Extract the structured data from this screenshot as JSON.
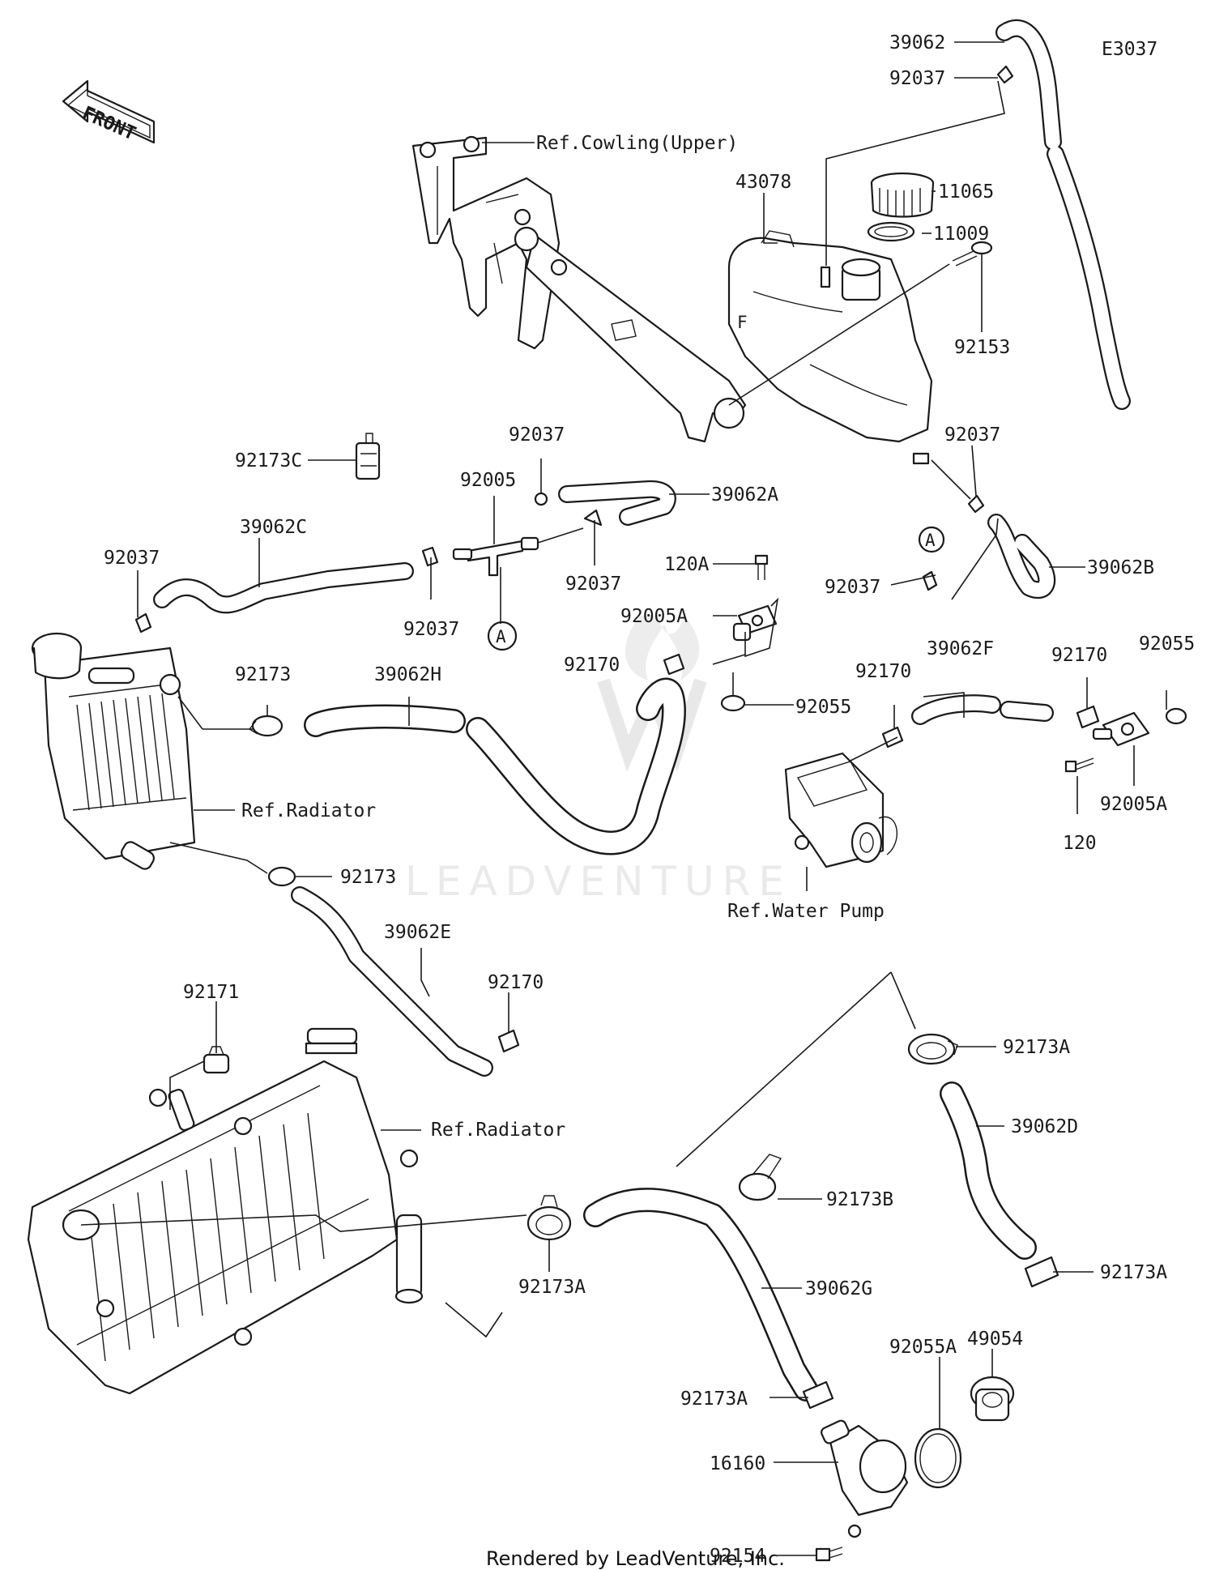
{
  "diagram_code": "E3037",
  "front_label": "FRONT",
  "watermark": "LEADVENTURE",
  "footer": "Rendered by LeadVenture, Inc.",
  "callout_letter": "A",
  "labels": {
    "p39062": "39062",
    "p92037_top": "92037",
    "ref_cowling": "Ref.Cowling(Upper)",
    "p43078": "43078",
    "p11065": "11065",
    "p11009": "11009",
    "p92153": "92153",
    "p92037_b": "92037",
    "p92173C": "92173C",
    "p92037_c": "92037",
    "p92005": "92005",
    "p39062A": "39062A",
    "p39062C": "39062C",
    "p92037_d": "92037",
    "p92037_e": "92037",
    "p92037_f": "92037",
    "p120A": "120A",
    "p92005A_1": "92005A",
    "p92037_g": "92037",
    "p39062B": "39062B",
    "p92173": "92173",
    "p39062H": "39062H",
    "p92170_a": "92170",
    "p39062F": "39062F",
    "p92170_b": "92170",
    "p92170_c": "92170",
    "p92055_a": "92055",
    "p92055_b": "92055",
    "ref_radiator_1": "Ref.Radiator",
    "p92005A_2": "92005A",
    "p120": "120",
    "p92173_b": "92173",
    "ref_water_pump": "Ref.Water Pump",
    "p39062E": "39062E",
    "p92171": "92171",
    "p92170_d": "92170",
    "p92173A_1": "92173A",
    "ref_radiator_2": "Ref.Radiator",
    "p39062D": "39062D",
    "p92173B": "92173B",
    "p92173A_2": "92173A",
    "p92173A_3": "92173A",
    "p39062G": "39062G",
    "p49054": "49054",
    "p92055A": "92055A",
    "p92173A_4": "92173A",
    "p16160": "16160",
    "p92154": "92154"
  }
}
